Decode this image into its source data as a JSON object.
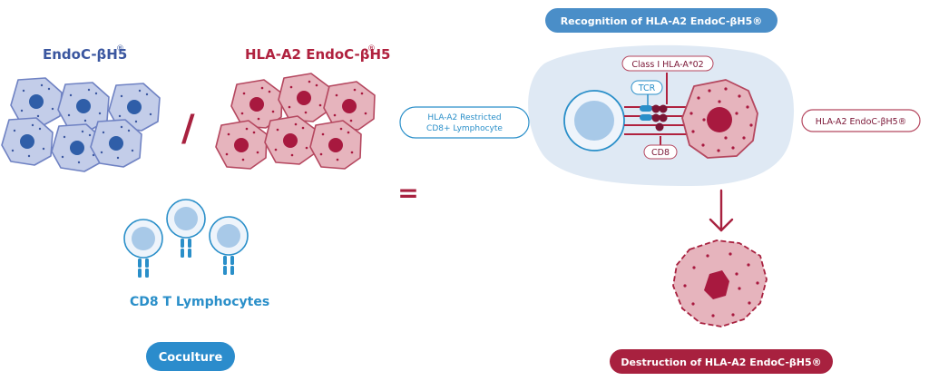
{
  "left": {
    "endoc_label": "EndoC-βH5",
    "endoc_mark": "®",
    "separator": "/",
    "hla_label": "HLA-A2 EndoC-βH5",
    "hla_mark": "®",
    "tcell_label": "CD8 T Lymphocytes",
    "coculture_button": "Coculture"
  },
  "equals": "=",
  "right": {
    "recognition_title": "Recognition of HLA-A2 EndoC-βH5®",
    "lymphocyte_label_line1": "HLA-A2 Restricted",
    "lymphocyte_label_line2": "CD8+ Lymphocyte",
    "class_label": "Class I HLA-A*02",
    "tcr_label": "TCR",
    "cd8_label": "CD8",
    "target_label": "HLA-A2 EndoC-βH5®",
    "destruction_title": "Destruction of HLA-A2 EndoC-βH5®"
  },
  "colors": {
    "blue_cell_fill": "#c3cde9",
    "blue_cell_stroke": "#6f82c3",
    "blue_nucleus": "#2f5ea8",
    "blue_text": "#3b57a0",
    "red_cell_fill": "#e6b4bd",
    "red_cell_stroke": "#b5475f",
    "red_nucleus": "#a8193f",
    "red_text": "#b0223f",
    "tcell_text": "#2a8fc9",
    "coculture_bg": "#2b8ccc",
    "recognition_bg": "#4a8ec8",
    "destruction_bg": "#a8213f",
    "bubble_bg": "#dfe9f4"
  }
}
